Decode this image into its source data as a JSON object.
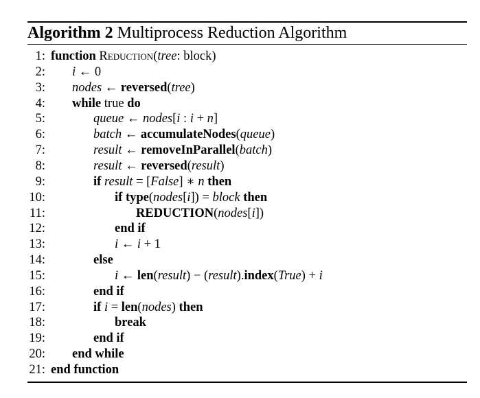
{
  "algorithm": {
    "label": "Algorithm 2",
    "title": "Multiprocess Reduction Algorithm"
  },
  "lines": [
    {
      "num": "1:",
      "indent": 0,
      "parts": [
        {
          "t": "function",
          "s": "kw"
        },
        {
          "t": " "
        },
        {
          "t": "Reduction",
          "s": "sc"
        },
        {
          "t": "("
        },
        {
          "t": "tree",
          "s": "m"
        },
        {
          "t": ": block)"
        }
      ]
    },
    {
      "num": "2:",
      "indent": 1,
      "parts": [
        {
          "t": "i",
          "s": "m"
        },
        {
          "t": " ← 0"
        }
      ]
    },
    {
      "num": "3:",
      "indent": 1,
      "parts": [
        {
          "t": "nodes",
          "s": "m"
        },
        {
          "t": " ← "
        },
        {
          "t": "reversed",
          "s": "kw"
        },
        {
          "t": "("
        },
        {
          "t": "tree",
          "s": "m"
        },
        {
          "t": ")"
        }
      ]
    },
    {
      "num": "4:",
      "indent": 1,
      "parts": [
        {
          "t": "while",
          "s": "kw"
        },
        {
          "t": " true "
        },
        {
          "t": "do",
          "s": "kw"
        }
      ]
    },
    {
      "num": "5:",
      "indent": 2,
      "parts": [
        {
          "t": "queue",
          "s": "m"
        },
        {
          "t": " ← "
        },
        {
          "t": "nodes",
          "s": "m"
        },
        {
          "t": "["
        },
        {
          "t": "i",
          "s": "m"
        },
        {
          "t": " : "
        },
        {
          "t": "i",
          "s": "m"
        },
        {
          "t": " + "
        },
        {
          "t": "n",
          "s": "m"
        },
        {
          "t": "]"
        }
      ]
    },
    {
      "num": "6:",
      "indent": 2,
      "parts": [
        {
          "t": "batch",
          "s": "m"
        },
        {
          "t": " ← "
        },
        {
          "t": "accumulateNodes",
          "s": "kw"
        },
        {
          "t": "("
        },
        {
          "t": "queue",
          "s": "m"
        },
        {
          "t": ")"
        }
      ]
    },
    {
      "num": "7:",
      "indent": 2,
      "parts": [
        {
          "t": "result",
          "s": "m"
        },
        {
          "t": " ← "
        },
        {
          "t": "removeInParallel",
          "s": "kw"
        },
        {
          "t": "("
        },
        {
          "t": "batch",
          "s": "m"
        },
        {
          "t": ")"
        }
      ]
    },
    {
      "num": "8:",
      "indent": 2,
      "parts": [
        {
          "t": "result",
          "s": "m"
        },
        {
          "t": " ← "
        },
        {
          "t": "reversed",
          "s": "kw"
        },
        {
          "t": "("
        },
        {
          "t": "result",
          "s": "m"
        },
        {
          "t": ")"
        }
      ]
    },
    {
      "num": "9:",
      "indent": 2,
      "parts": [
        {
          "t": "if",
          "s": "kw"
        },
        {
          "t": " "
        },
        {
          "t": "result",
          "s": "m"
        },
        {
          "t": " = ["
        },
        {
          "t": "False",
          "s": "m"
        },
        {
          "t": "] ∗ "
        },
        {
          "t": "n",
          "s": "m"
        },
        {
          "t": " "
        },
        {
          "t": "then",
          "s": "kw"
        }
      ]
    },
    {
      "num": "10:",
      "indent": 3,
      "parts": [
        {
          "t": "if",
          "s": "kw"
        },
        {
          "t": " "
        },
        {
          "t": "type",
          "s": "kw"
        },
        {
          "t": "("
        },
        {
          "t": "nodes",
          "s": "m"
        },
        {
          "t": "["
        },
        {
          "t": "i",
          "s": "m"
        },
        {
          "t": "]) = "
        },
        {
          "t": "block",
          "s": "m"
        },
        {
          "t": " "
        },
        {
          "t": "then",
          "s": "kw"
        }
      ]
    },
    {
      "num": "11:",
      "indent": 4,
      "parts": [
        {
          "t": "REDUCTION",
          "s": "kw"
        },
        {
          "t": "("
        },
        {
          "t": "nodes",
          "s": "m"
        },
        {
          "t": "["
        },
        {
          "t": "i",
          "s": "m"
        },
        {
          "t": "])"
        }
      ]
    },
    {
      "num": "12:",
      "indent": 3,
      "parts": [
        {
          "t": "end if",
          "s": "kw"
        }
      ]
    },
    {
      "num": "13:",
      "indent": 3,
      "parts": [
        {
          "t": "i",
          "s": "m"
        },
        {
          "t": " ← "
        },
        {
          "t": "i",
          "s": "m"
        },
        {
          "t": " + 1"
        }
      ]
    },
    {
      "num": "14:",
      "indent": 2,
      "parts": [
        {
          "t": "else",
          "s": "kw"
        }
      ]
    },
    {
      "num": "15:",
      "indent": 3,
      "parts": [
        {
          "t": "i",
          "s": "m"
        },
        {
          "t": " ← "
        },
        {
          "t": "len",
          "s": "kw"
        },
        {
          "t": "("
        },
        {
          "t": "result",
          "s": "m"
        },
        {
          "t": ") − ("
        },
        {
          "t": "result",
          "s": "m"
        },
        {
          "t": ")."
        },
        {
          "t": "index",
          "s": "kw"
        },
        {
          "t": "("
        },
        {
          "t": "True",
          "s": "m"
        },
        {
          "t": ") + "
        },
        {
          "t": "i",
          "s": "m"
        }
      ]
    },
    {
      "num": "16:",
      "indent": 2,
      "parts": [
        {
          "t": "end if",
          "s": "kw"
        }
      ]
    },
    {
      "num": "17:",
      "indent": 2,
      "parts": [
        {
          "t": "if",
          "s": "kw"
        },
        {
          "t": " "
        },
        {
          "t": "i",
          "s": "m"
        },
        {
          "t": " = "
        },
        {
          "t": "len",
          "s": "kw"
        },
        {
          "t": "("
        },
        {
          "t": "nodes",
          "s": "m"
        },
        {
          "t": ") "
        },
        {
          "t": "then",
          "s": "kw"
        }
      ]
    },
    {
      "num": "18:",
      "indent": 3,
      "parts": [
        {
          "t": "break",
          "s": "kw"
        }
      ]
    },
    {
      "num": "19:",
      "indent": 2,
      "parts": [
        {
          "t": "end if",
          "s": "kw"
        }
      ]
    },
    {
      "num": "20:",
      "indent": 1,
      "parts": [
        {
          "t": "end while",
          "s": "kw"
        }
      ]
    },
    {
      "num": "21:",
      "indent": 0,
      "parts": [
        {
          "t": "end function",
          "s": "kw"
        }
      ]
    }
  ]
}
